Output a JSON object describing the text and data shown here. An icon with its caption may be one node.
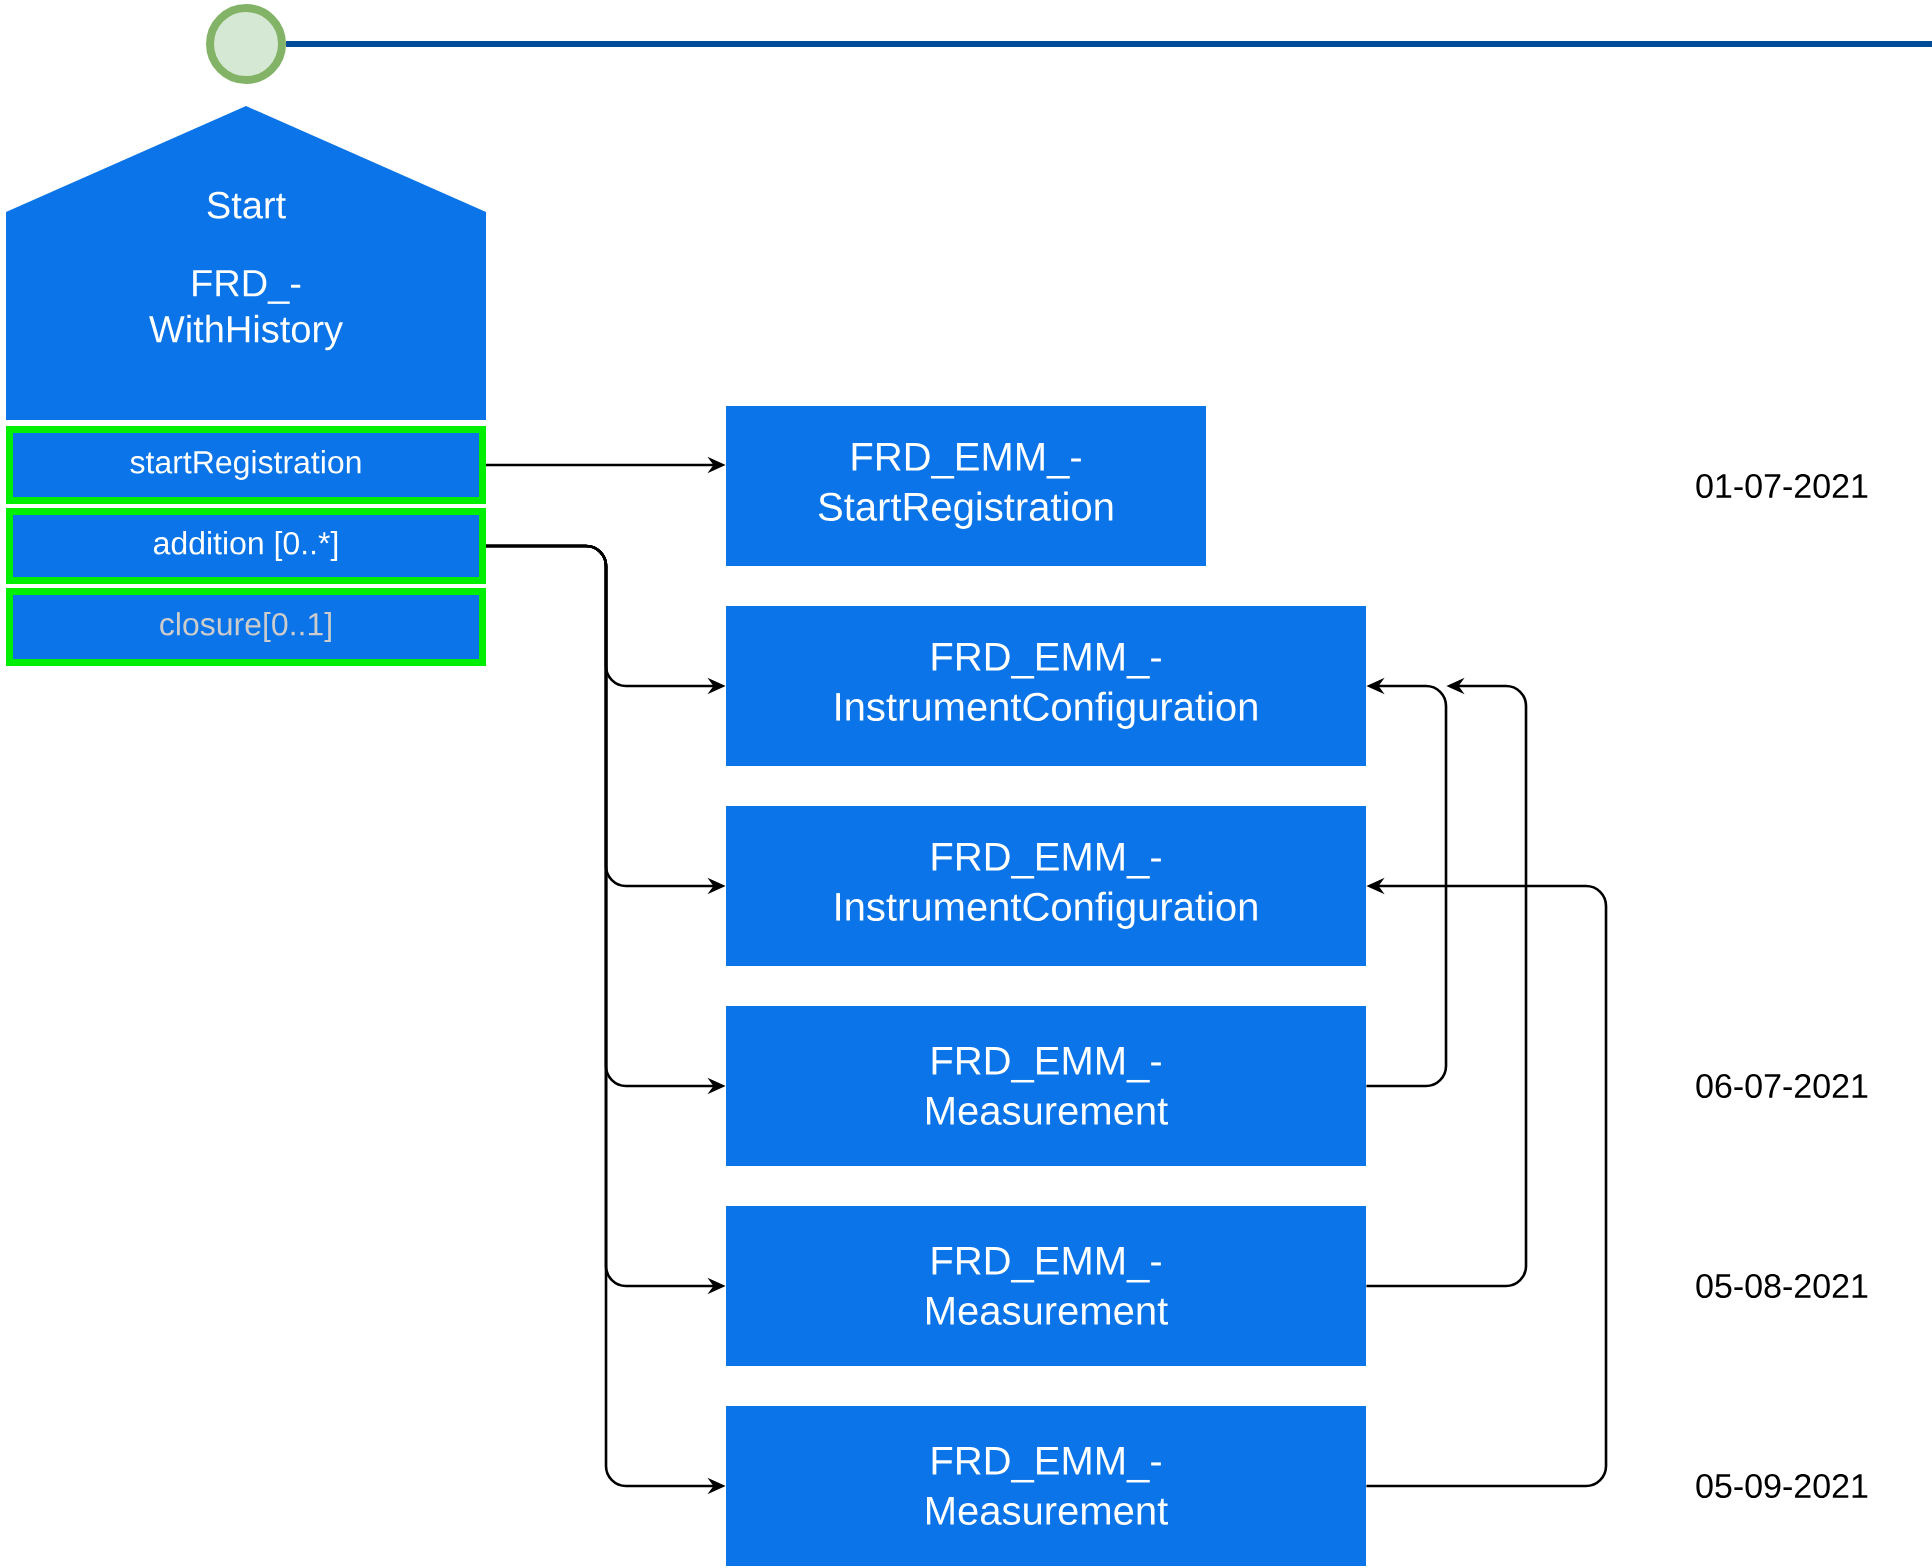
{
  "diagram": {
    "nodes": [
      {
        "text": [],
        "shape": "circle"
      },
      {
        "text": [
          "Start",
          "FRD_- WithHistory"
        ]
      },
      {
        "text": [
          "startRegistration"
        ]
      },
      {
        "text": [
          "addition [0..*]"
        ]
      },
      {
        "text": [
          "closure[0..1]"
        ]
      },
      {
        "text": [
          "FRD_EMM_- StartRegistration"
        ]
      },
      {
        "text": [
          "FRD_EMM_- InstrumentConfiguration"
        ]
      },
      {
        "text": [
          "FRD_EMM_- InstrumentConfiguration"
        ]
      },
      {
        "text": [
          "FRD_EMM_- Measurement"
        ]
      },
      {
        "text": [
          "FRD_EMM_- Measurement"
        ]
      },
      {
        "text": [
          "FRD_EMM_- Measurement"
        ]
      }
    ],
    "labels": [
      "01-07-2021",
      "06-07-2021",
      "05-08-2021",
      "05-09-2021"
    ],
    "edges": [
      {
        "from": 0,
        "to": null,
        "arrow": "none",
        "style": "thick",
        "color": "#004c99"
      },
      {
        "from": 2,
        "to": 5,
        "arrow": "to"
      },
      {
        "from": 3,
        "to": 6,
        "arrow": "to"
      },
      {
        "from": 3,
        "to": 7,
        "arrow": "to"
      },
      {
        "from": 3,
        "to": 8,
        "arrow": "to"
      },
      {
        "from": 3,
        "to": 9,
        "arrow": "to"
      },
      {
        "from": 3,
        "to": 10,
        "arrow": "to"
      },
      {
        "from": 8,
        "to": 6,
        "arrow": "to"
      },
      {
        "from": 9,
        "to": 6,
        "arrow": "to"
      },
      {
        "from": 10,
        "to": 7,
        "arrow": "to"
      }
    ]
  }
}
